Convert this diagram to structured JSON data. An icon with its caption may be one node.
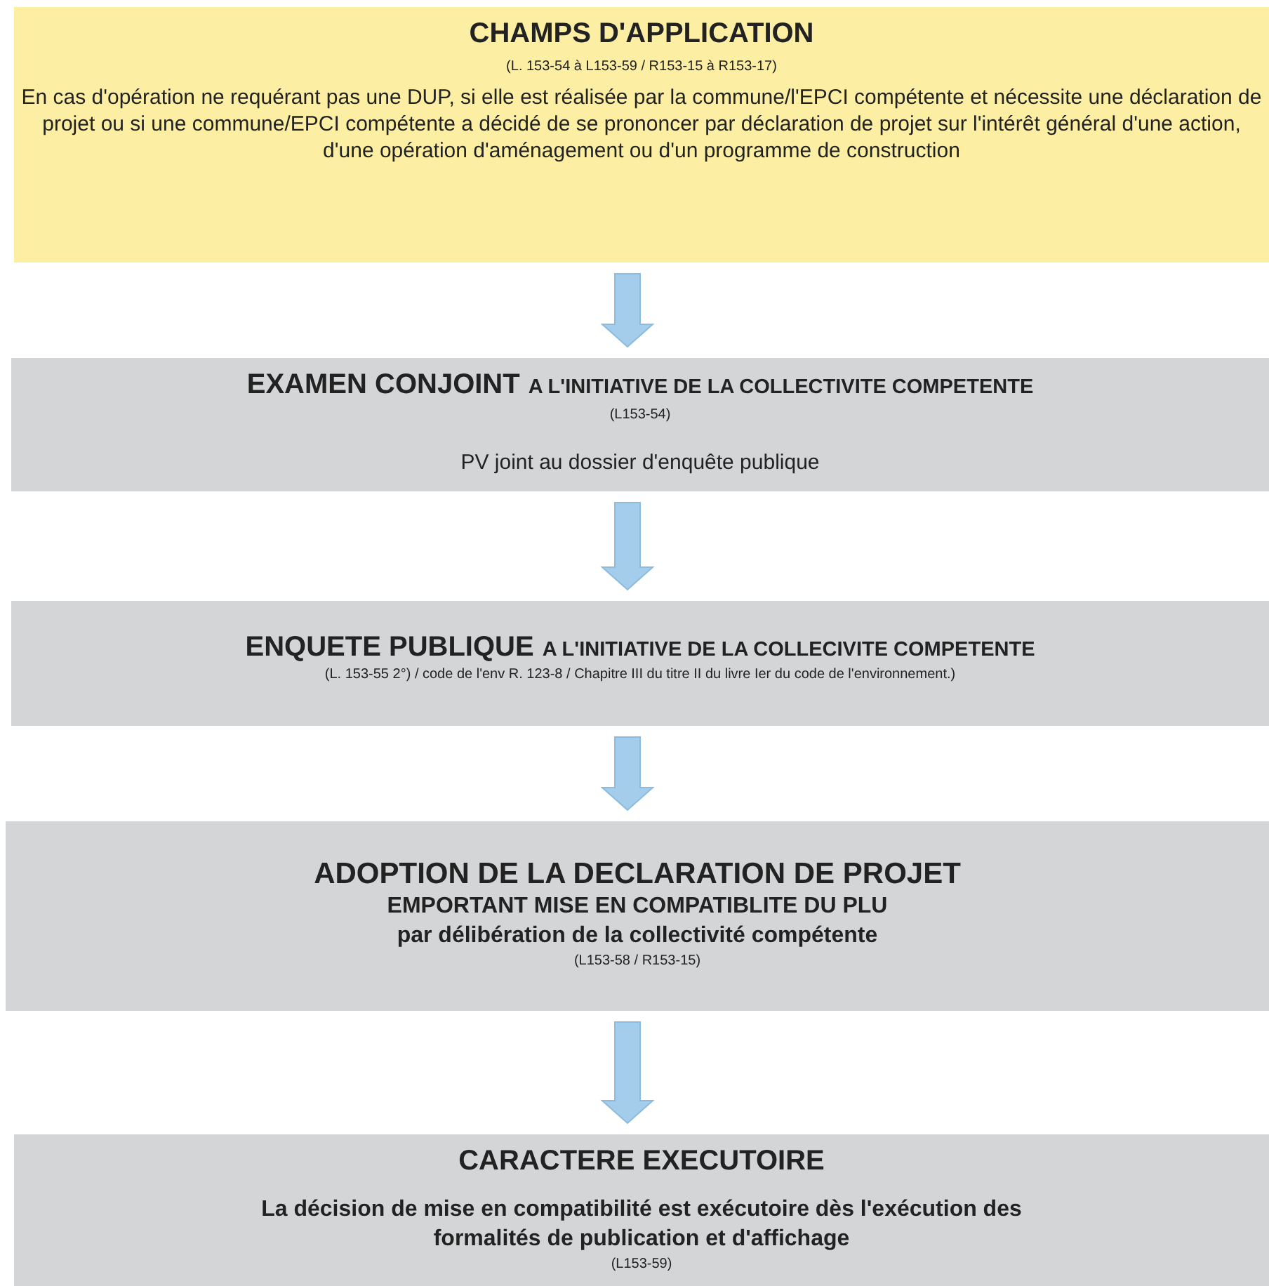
{
  "diagram": {
    "nodes": [
      {
        "text": [
          "CHAMPS D'APPLICATION",
          "(L. 153-54 à L153-59 / R153-15 à R153-17)",
          "En cas d'opération ne requérant pas une DUP, si elle est réalisée par la commune/l'EPCI compétente et nécessite une déclaration de projet ou si une commune/EPCI compétente a décidé de se prononcer par déclaration de projet sur l'intérêt général d'une action, d'une opération d'aménagement ou d'un programme de construction"
        ]
      },
      {
        "text": [
          "EXAMEN CONJOINT",
          "A L'INITIATIVE DE LA COLLECTIVITE COMPETENTE",
          "(L153-54)",
          "PV joint au dossier d'enquête publique"
        ]
      },
      {
        "text": [
          "ENQUETE PUBLIQUE",
          "A L'INITIATIVE DE LA COLLECIVITE COMPETENTE",
          "(L. 153-55 2°) / code de l'env R. 123-8 / Chapitre III du titre II du livre Ier du code de l'environnement.)"
        ]
      },
      {
        "text": [
          "ADOPTION DE LA DECLARATION DE PROJET",
          "EMPORTANT MISE EN COMPATIBLITE DU PLU",
          "par délibération de la collectivité compétente",
          "(L153-58 / R153-15)"
        ]
      },
      {
        "text": [
          "CARACTERE EXECUTOIRE",
          "La décision de mise en compatibilité est exécutoire dès l'exécution des formalités de publication et d'affichage",
          "(L153-59)"
        ]
      }
    ],
    "edges": [
      {
        "from": 0,
        "to": 1,
        "arrow": "to"
      },
      {
        "from": 1,
        "to": 2,
        "arrow": "to"
      },
      {
        "from": 2,
        "to": 3,
        "arrow": "to"
      },
      {
        "from": 3,
        "to": 4,
        "arrow": "to"
      }
    ]
  }
}
